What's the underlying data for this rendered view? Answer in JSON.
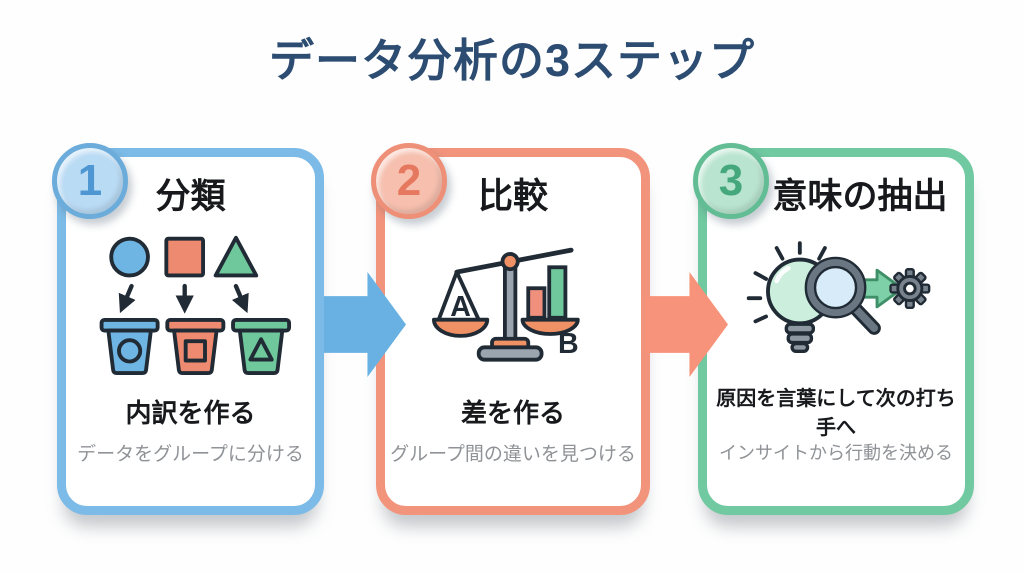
{
  "page": {
    "title": "データ分析の3ステップ"
  },
  "colors": {
    "title_text": "#2c4c72",
    "step1_accent": "#7cbbe7",
    "step2_accent": "#f2947c",
    "step3_accent": "#70c9a0",
    "arrow1": "#68b1e2",
    "arrow2": "#f7937a",
    "heading_text": "#17191c",
    "caption_text": "#8f9296"
  },
  "steps": [
    {
      "number": "1",
      "title": "分類",
      "heading": "内訳を作る",
      "caption": "データをグループに分ける",
      "icon": "shapes-sorted-into-bins-icon"
    },
    {
      "number": "2",
      "title": "比較",
      "heading": "差を作る",
      "caption": "グループ間の違いを見つける",
      "icon": "balance-scale-icon",
      "scale_labels": {
        "left": "A",
        "right": "B"
      }
    },
    {
      "number": "3",
      "title": "意味の抽出",
      "heading": "原因を言葉にして次の打ち手へ",
      "caption": "インサイトから行動を決める",
      "icon": "lightbulb-magnifier-gear-icon"
    }
  ]
}
